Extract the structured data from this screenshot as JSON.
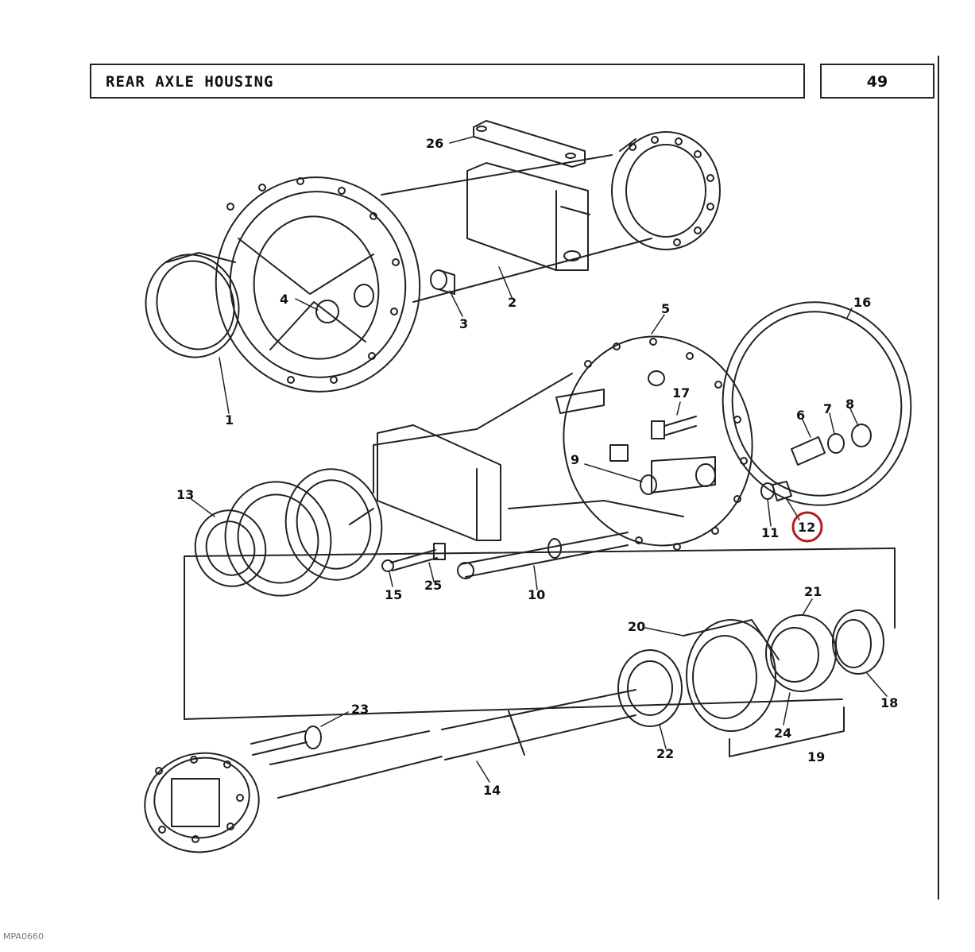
{
  "header": {
    "title": "REAR AXLE HOUSING",
    "page_number": "49"
  },
  "footer": {
    "code": "MPA0660"
  },
  "callouts": {
    "c1": "1",
    "c2": "2",
    "c3": "3",
    "c4": "4",
    "c5": "5",
    "c6": "6",
    "c7": "7",
    "c8": "8",
    "c9": "9",
    "c10": "10",
    "c11": "11",
    "c12": "12",
    "c13": "13",
    "c14": "14",
    "c15": "15",
    "c16": "16",
    "c17": "17",
    "c18": "18",
    "c19": "19",
    "c20": "20",
    "c21": "21",
    "c22": "22",
    "c23": "23",
    "c24": "24",
    "c25": "25",
    "c26": "26"
  },
  "highlighted_callout": "12",
  "colors": {
    "line": "#222222",
    "highlight": "#b31b1b",
    "background": "#ffffff"
  }
}
